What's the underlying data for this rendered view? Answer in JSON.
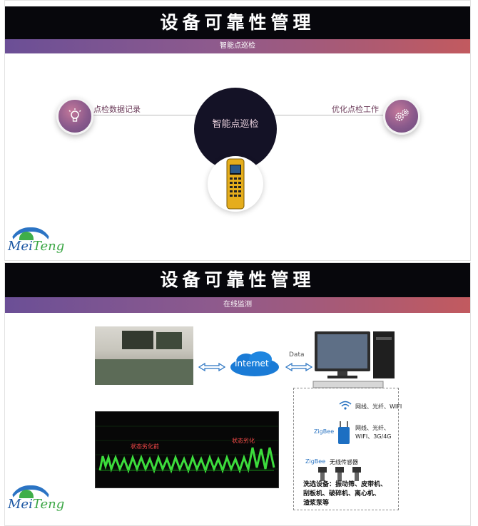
{
  "slide1": {
    "title": "设备可靠性管理",
    "subtitle": "智能点巡检",
    "left_label": "点检数据记录",
    "right_label": "优化点检工作",
    "center_label": "智能点巡检",
    "left_icon": "lightbulb-icon",
    "right_icon": "gears-icon",
    "logo_text_a": "Mei",
    "logo_text_b": "Teng"
  },
  "slide2": {
    "title": "设备可靠性管理",
    "subtitle": "在线监测",
    "internet_label": "Internet",
    "data_label": "Data",
    "net1": "网线、光纤、WIFI",
    "zigbee1": "ZigBee",
    "net2a": "网线、光纤、",
    "net2b": "WIFI、3G/4G",
    "zigbee2": "ZigBee",
    "sensor": "无线传感器",
    "equip1": "洗选设备：振动筛、皮带机、",
    "equip2": "刮板机、破碎机、离心机、",
    "equip3": "渣浆泵等",
    "chart_label1": "状态劣化前",
    "chart_label2": "状态劣化",
    "logo_text_a": "Mei",
    "logo_text_b": "Teng"
  },
  "colors": {
    "accent_purple": "#6b4f96",
    "accent_red": "#c25a5f",
    "title_bg": "#07070c"
  }
}
